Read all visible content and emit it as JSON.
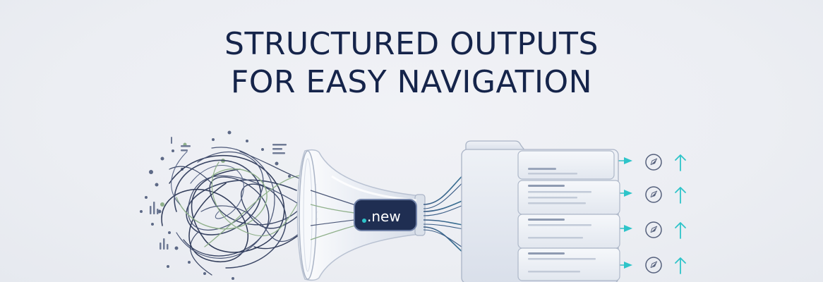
{
  "headline": {
    "line1": "STRUCTURED OUTPUTS",
    "line2": "FOR EASY NAVIGATION"
  },
  "badge": {
    "label": ".new",
    "dot_color": "#2ec4c9"
  },
  "colors": {
    "title": "#15244a",
    "tangle": "#3b4766",
    "accent_green": "#7fa37a",
    "accent_teal": "#2ec4c9",
    "folder": "#dde2ec"
  },
  "icons": {
    "row_icons": [
      "compass-icon",
      "up-arrow-icon"
    ]
  }
}
